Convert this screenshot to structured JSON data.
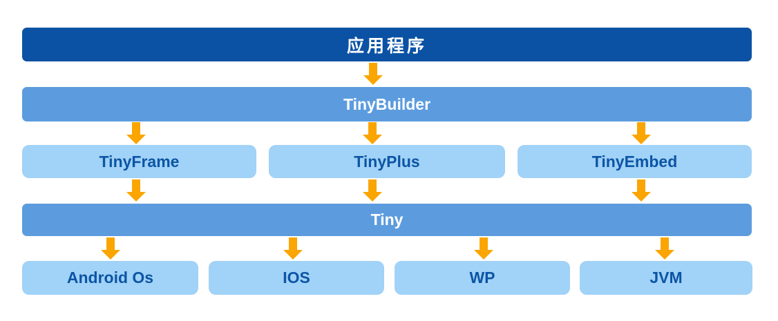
{
  "colors": {
    "dark_blue": "#0B52A4",
    "medium_blue": "#5C9CDE",
    "light_blue": "#A1D2F7",
    "box_text_blue": "#0C55A5",
    "arrow_orange": "#FAA502",
    "background": "#FFFFFF"
  },
  "layers": {
    "application": {
      "label": "应用程序"
    },
    "builder": {
      "label": "TinyBuilder"
    },
    "middle": [
      {
        "label": "TinyFrame"
      },
      {
        "label": "TinyPlus"
      },
      {
        "label": "TinyEmbed"
      }
    ],
    "core": {
      "label": "Tiny"
    },
    "platforms": [
      {
        "label": "Android Os"
      },
      {
        "label": "IOS"
      },
      {
        "label": "WP"
      },
      {
        "label": "JVM"
      }
    ]
  }
}
